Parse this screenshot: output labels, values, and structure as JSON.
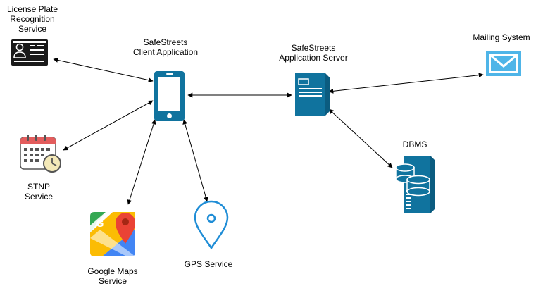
{
  "nodes": {
    "lpr": {
      "label_lines": [
        "License Plate",
        "Recognition",
        "Service"
      ],
      "icon": "id-card-icon"
    },
    "client": {
      "label_lines": [
        "SafeStreets",
        "Client Application"
      ],
      "icon": "smartphone-icon"
    },
    "server": {
      "label_lines": [
        "SafeStreets",
        "Application Server"
      ],
      "icon": "server-icon"
    },
    "mail": {
      "label_lines": [
        "Mailing System"
      ],
      "icon": "envelope-icon"
    },
    "dbms": {
      "label_lines": [
        "DBMS"
      ],
      "icon": "database-icon"
    },
    "stnp": {
      "label_lines": [
        "STNP",
        "Service"
      ],
      "icon": "calendar-clock-icon"
    },
    "gmaps": {
      "label_lines": [
        "Google Maps",
        "Service"
      ],
      "icon": "google-maps-icon",
      "icon_letter": "G"
    },
    "gps": {
      "label_lines": [
        "GPS Service"
      ],
      "icon": "location-pin-icon"
    }
  },
  "colors": {
    "primary_blue": "#10739e",
    "light_blue": "#4fb5e8",
    "pin_blue": "#1f8dd6",
    "dark": "#1a1a1a",
    "calendar_red": "#e35d5d"
  }
}
